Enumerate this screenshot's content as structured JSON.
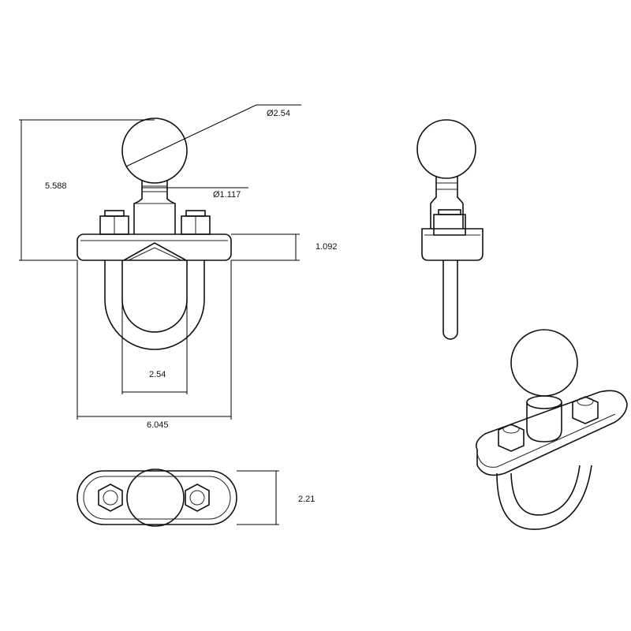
{
  "dimensions": {
    "ball_diameter": "Ø2.54",
    "neck_diameter": "Ø1.117",
    "overall_height": "5.588",
    "base_height": "1.092",
    "inner_width": "2.54",
    "overall_width": "6.045",
    "base_depth": "2.21"
  },
  "colors": {
    "line": "#111111",
    "background": "#ffffff"
  }
}
